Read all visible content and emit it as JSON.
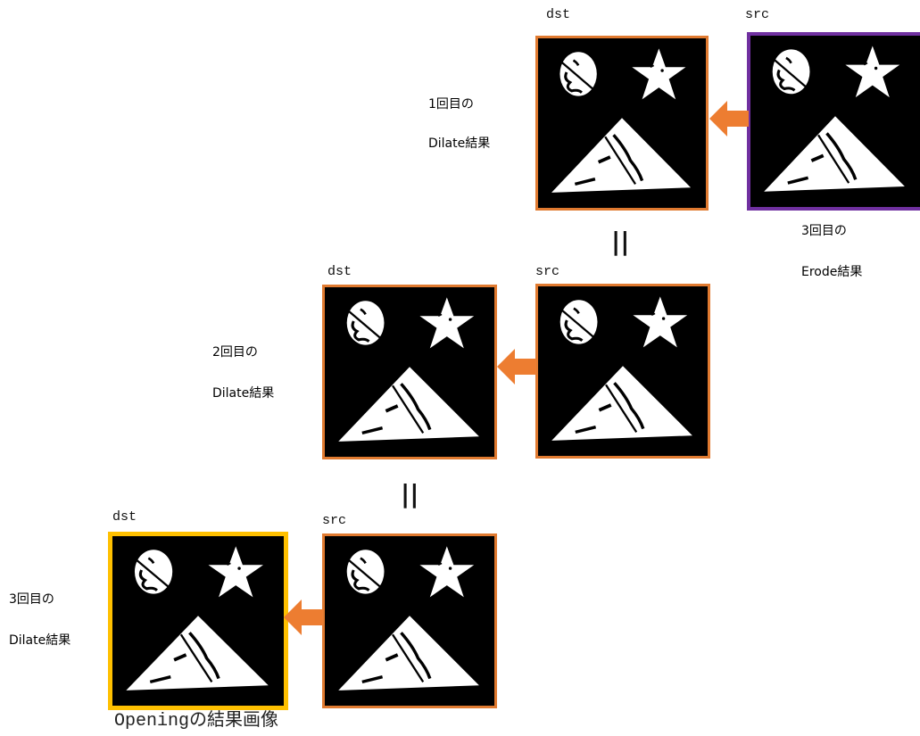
{
  "rows": [
    {
      "dst_label": "dst",
      "src_label": "src",
      "result_line1": "1回目の",
      "result_line2": "Dilate結果",
      "src_note_line1": "3回目の",
      "src_note_line2": "Erode結果"
    },
    {
      "dst_label": "dst",
      "src_label": "src",
      "result_line1": "2回目の",
      "result_line2": "Dilate結果"
    },
    {
      "dst_label": "dst",
      "src_label": "src",
      "result_line1": "3回目の",
      "result_line2": "Dilate結果"
    }
  ],
  "equals_sign": "||",
  "final_caption": "Openingの結果画像",
  "colors": {
    "panel_border": "#e07a30",
    "first_src_border": "#7030a0",
    "final_dst_border": "#ffc000",
    "arrow": "#ed7d31"
  }
}
